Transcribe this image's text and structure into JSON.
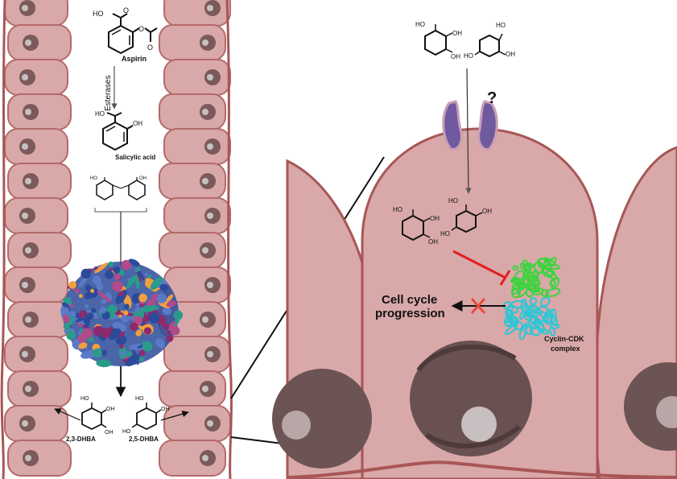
{
  "labels": {
    "aspirin": "Aspirin",
    "esterases": "Esterases",
    "salicylic_acid": "Salicylic acid",
    "dhba_23": "2,3-DHBA",
    "dhba_25": "2,5-DHBA",
    "question": "?",
    "cell_cycle_line1": "Cell cycle",
    "cell_cycle_line2": "progression",
    "cdk_line1": "Cyclin-CDK",
    "cdk_line2": "complex"
  },
  "chem_groups": {
    "ho": "HO",
    "oh": "OH",
    "o": "O"
  },
  "colors": {
    "cell_fill": "#d9a8a8",
    "cell_stroke": "#b46a6a",
    "membrane": "#a85656",
    "nucleus": "#7a5a5a",
    "nucleolus": "#c8c0c0",
    "transporter": "#6f5a9f",
    "inhibit_red": "#e02020",
    "protein_green": "#3fd33f",
    "protein_cyan": "#2ec6d6",
    "microbiota_blue": "#2c4a9a",
    "microbiota_purple": "#8c2a6e",
    "microbiota_orange": "#f0a040",
    "microbiota_teal": "#2a9a8a"
  }
}
